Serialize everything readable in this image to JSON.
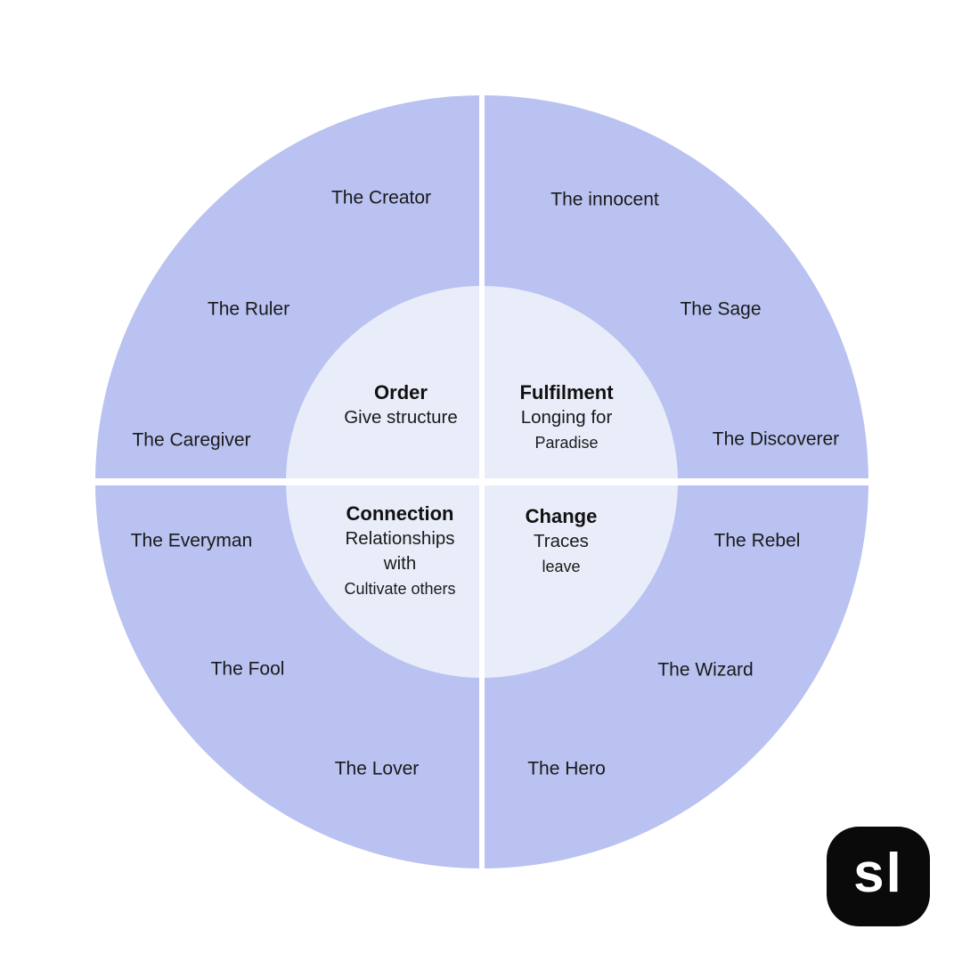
{
  "wheel": {
    "ring_color": "#b9c2f0",
    "inner_color": "#e9edfa",
    "divider_color": "#ffffff",
    "quadrants": {
      "order": {
        "title": "Order",
        "line1": "Give structure"
      },
      "fulfilment": {
        "title": "Fulfilment",
        "line1": "Longing for",
        "line2": "Paradise"
      },
      "connection": {
        "title": "Connection",
        "line1": "Relationships",
        "line2": "with",
        "line3": "Cultivate others"
      },
      "change": {
        "title": "Change",
        "line1": "Traces",
        "line2": "leave"
      }
    },
    "archetypes": [
      "The Creator",
      "The innocent",
      "The Ruler",
      "The Sage",
      "The Caregiver",
      "The Discoverer",
      "The Everyman",
      "The Rebel",
      "The Fool",
      "The Wizard",
      "The Lover",
      "The Hero"
    ]
  },
  "logo": {
    "label": "sl",
    "background": "#0a0a0a",
    "text_color": "#ffffff"
  }
}
